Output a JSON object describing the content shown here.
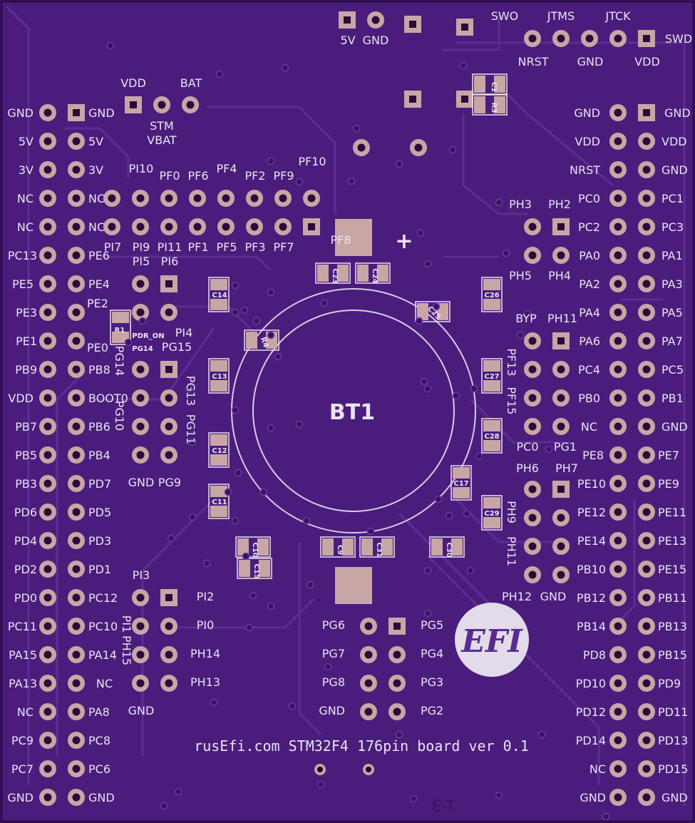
{
  "board": {
    "title": "rusEfi.com STM32F4 176pin board ver 0.1",
    "battery_label": "BT1",
    "logo_text": "EFI",
    "plus_sign": "+",
    "mirror_text": "T-3",
    "colors": {
      "board": "#4a1d7c",
      "edge": "#2a0a4a",
      "pad": "#c9a6a6",
      "silk": "#e9e3f2"
    }
  },
  "labels": [
    {
      "t": "5V"
    },
    {
      "t": "GND"
    },
    {
      "t": "SWO"
    },
    {
      "t": "JTMS"
    },
    {
      "t": "JTCK"
    },
    {
      "t": "SWD"
    },
    {
      "t": "NRST"
    },
    {
      "t": "GND"
    },
    {
      "t": "VDD"
    },
    {
      "t": "VDD"
    },
    {
      "t": "BAT"
    },
    {
      "t": "STM"
    },
    {
      "t": "VBAT"
    },
    {
      "t": "GND"
    },
    {
      "t": "GND"
    },
    {
      "t": "5V"
    },
    {
      "t": "5V"
    },
    {
      "t": "3V"
    },
    {
      "t": "3V"
    },
    {
      "t": "NC"
    },
    {
      "t": "NC"
    },
    {
      "t": "NC"
    },
    {
      "t": "NC"
    },
    {
      "t": "PC13"
    },
    {
      "t": "PE6"
    },
    {
      "t": "PE5"
    },
    {
      "t": "PE4"
    },
    {
      "t": "PE3"
    },
    {
      "t": "PE2"
    },
    {
      "t": "PE1"
    },
    {
      "t": "PE0"
    },
    {
      "t": "PB9"
    },
    {
      "t": "PB8"
    },
    {
      "t": "VDD"
    },
    {
      "t": "BOOT0"
    },
    {
      "t": "PB7"
    },
    {
      "t": "PB6"
    },
    {
      "t": "PB5"
    },
    {
      "t": "PB4"
    },
    {
      "t": "PB3"
    },
    {
      "t": "PD7"
    },
    {
      "t": "PD6"
    },
    {
      "t": "PD5"
    },
    {
      "t": "PD4"
    },
    {
      "t": "PD3"
    },
    {
      "t": "PD2"
    },
    {
      "t": "PD1"
    },
    {
      "t": "PD0"
    },
    {
      "t": "PC12"
    },
    {
      "t": "PC11"
    },
    {
      "t": "PC10"
    },
    {
      "t": "PA15"
    },
    {
      "t": "PA14"
    },
    {
      "t": "PA13"
    },
    {
      "t": "NC"
    },
    {
      "t": "NC"
    },
    {
      "t": "PA8"
    },
    {
      "t": "PC9"
    },
    {
      "t": "PC8"
    },
    {
      "t": "PC7"
    },
    {
      "t": "PC6"
    },
    {
      "t": "GND"
    },
    {
      "t": "GND"
    },
    {
      "t": "PI10"
    },
    {
      "t": "PF0"
    },
    {
      "t": "PF6"
    },
    {
      "t": "PF4"
    },
    {
      "t": "PF2"
    },
    {
      "t": "PF9"
    },
    {
      "t": "PF10"
    },
    {
      "t": "PI7"
    },
    {
      "t": "PI9"
    },
    {
      "t": "PI11"
    },
    {
      "t": "PF1"
    },
    {
      "t": "PF5"
    },
    {
      "t": "PF3"
    },
    {
      "t": "PF7"
    },
    {
      "t": "PF8"
    },
    {
      "t": "PI5"
    },
    {
      "t": "PI6"
    },
    {
      "t": "PI4"
    },
    {
      "t": "PG15"
    },
    {
      "t": "GND"
    },
    {
      "t": "PG9"
    },
    {
      "t": "PI3"
    },
    {
      "t": "PI2"
    },
    {
      "t": "PI0"
    },
    {
      "t": "PH14"
    },
    {
      "t": "PH13"
    },
    {
      "t": "GND"
    },
    {
      "t": "PG6"
    },
    {
      "t": "PG5"
    },
    {
      "t": "PG7"
    },
    {
      "t": "PG4"
    },
    {
      "t": "PG8"
    },
    {
      "t": "PG3"
    },
    {
      "t": "GND"
    },
    {
      "t": "PG2"
    },
    {
      "t": "GND"
    },
    {
      "t": "GND"
    },
    {
      "t": "VDD"
    },
    {
      "t": "VDD"
    },
    {
      "t": "NRST"
    },
    {
      "t": "GND"
    },
    {
      "t": "PC0"
    },
    {
      "t": "PC1"
    },
    {
      "t": "PC2"
    },
    {
      "t": "PC3"
    },
    {
      "t": "PA0"
    },
    {
      "t": "PA1"
    },
    {
      "t": "PA2"
    },
    {
      "t": "PA3"
    },
    {
      "t": "PA4"
    },
    {
      "t": "PA5"
    },
    {
      "t": "PA6"
    },
    {
      "t": "PA7"
    },
    {
      "t": "PC4"
    },
    {
      "t": "PC5"
    },
    {
      "t": "PB0"
    },
    {
      "t": "PB1"
    },
    {
      "t": "NC"
    },
    {
      "t": "GND"
    },
    {
      "t": "PE8"
    },
    {
      "t": "PE7"
    },
    {
      "t": "PE10"
    },
    {
      "t": "PE9"
    },
    {
      "t": "PE12"
    },
    {
      "t": "PE11"
    },
    {
      "t": "PE14"
    },
    {
      "t": "PE13"
    },
    {
      "t": "PB10"
    },
    {
      "t": "PE15"
    },
    {
      "t": "PB12"
    },
    {
      "t": "PB11"
    },
    {
      "t": "PB14"
    },
    {
      "t": "PB13"
    },
    {
      "t": "PD8"
    },
    {
      "t": "PB15"
    },
    {
      "t": "PD10"
    },
    {
      "t": "PD9"
    },
    {
      "t": "PD12"
    },
    {
      "t": "PD11"
    },
    {
      "t": "PD14"
    },
    {
      "t": "PD13"
    },
    {
      "t": "NC"
    },
    {
      "t": "PD15"
    },
    {
      "t": "GND"
    },
    {
      "t": "GND"
    },
    {
      "t": "PH3"
    },
    {
      "t": "PH2"
    },
    {
      "t": "PH5"
    },
    {
      "t": "PH4"
    },
    {
      "t": "BYP"
    },
    {
      "t": "PH11"
    },
    {
      "t": "PC0"
    },
    {
      "t": "PG1"
    },
    {
      "t": "PH6"
    },
    {
      "t": "PH7"
    },
    {
      "t": "PH12"
    },
    {
      "t": "GND"
    }
  ],
  "rot_labels": [
    {
      "t": "PG14"
    },
    {
      "t": "PG10"
    },
    {
      "t": "PG13"
    },
    {
      "t": "PG11"
    },
    {
      "t": "PI1"
    },
    {
      "t": "PH15"
    },
    {
      "t": "PF13"
    },
    {
      "t": "PF15"
    },
    {
      "t": "PH9"
    },
    {
      "t": "PH11"
    }
  ],
  "small_labels": [
    {
      "t": "PDR_ON"
    },
    {
      "t": "PG14"
    },
    {
      "t": "R1"
    },
    {
      "t": "C1"
    },
    {
      "t": "R3"
    },
    {
      "t": "C14"
    },
    {
      "t": "C13"
    },
    {
      "t": "C12"
    },
    {
      "t": "C11"
    },
    {
      "t": "C23"
    },
    {
      "t": "C24"
    },
    {
      "t": "R4"
    },
    {
      "t": "C25"
    },
    {
      "t": "C26"
    },
    {
      "t": "C27"
    },
    {
      "t": "C28"
    },
    {
      "t": "C17"
    },
    {
      "t": "C29"
    },
    {
      "t": "C9"
    },
    {
      "t": "C31"
    },
    {
      "t": "C30"
    },
    {
      "t": "C10"
    },
    {
      "t": "C15"
    }
  ]
}
